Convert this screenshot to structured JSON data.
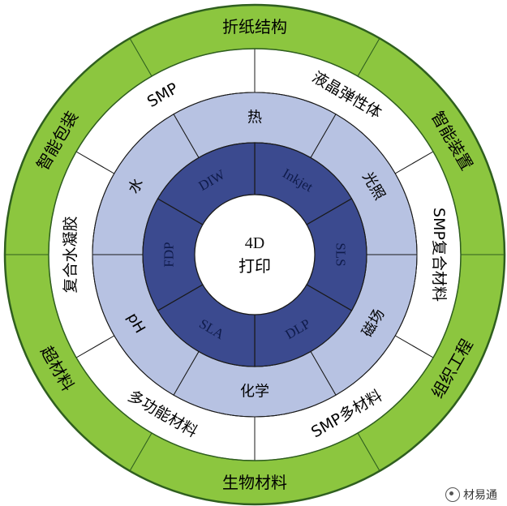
{
  "center": {
    "line1": "4D",
    "line2": "打印"
  },
  "colors": {
    "outer_ring": "#8cc63f",
    "outer_ring_stroke": "#2f5f1f",
    "white_ring": "#ffffff",
    "light_ring": "#b7c2e2",
    "dark_ring": "#3b4a8f",
    "center": "#ffffff",
    "divider": "#1a1a1a"
  },
  "rings": {
    "outer": [
      "折纸结构",
      "智能装置",
      "组织工程",
      "生物材料",
      "超材料",
      "智能包装"
    ],
    "white": [
      "液晶弹性体",
      "SMP复合材料",
      "SMP多材料",
      "多功能材料",
      "复合水凝胶",
      "SMP"
    ],
    "light": [
      "热",
      "光照",
      "磁场",
      "化学",
      "pH",
      "水"
    ],
    "dark": [
      "Inkjet",
      "SLS",
      "DLP",
      "SLA",
      "FDP",
      "DIW"
    ]
  },
  "watermark": {
    "text": "材易通",
    "icon": "wechat-icon"
  }
}
